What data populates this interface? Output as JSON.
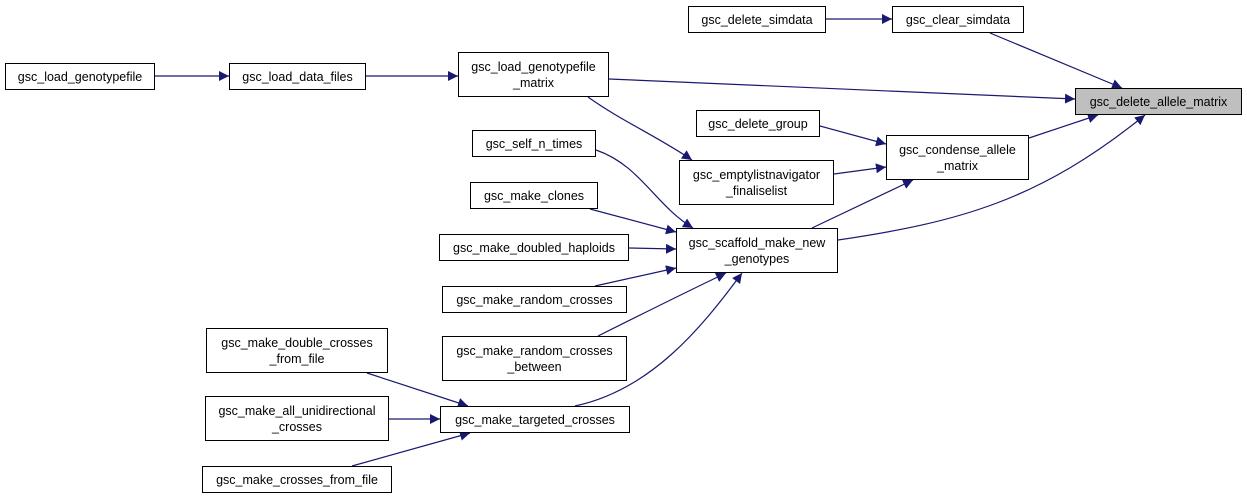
{
  "colors": {
    "edge": "#191970",
    "node_border": "#000000",
    "root_fill": "#bfbfbf",
    "node_fill": "#ffffff"
  },
  "nodes": {
    "delete_simdata": [
      "gsc_delete_simdata"
    ],
    "clear_simdata": [
      "gsc_clear_simdata"
    ],
    "load_genotypefile": [
      "gsc_load_genotypefile"
    ],
    "load_data_files": [
      "gsc_load_data_files"
    ],
    "load_genotypefile_matrix": [
      "gsc_load_genotypefile",
      "_matrix"
    ],
    "delete_allele_matrix": [
      "gsc_delete_allele_matrix"
    ],
    "delete_group": [
      "gsc_delete_group"
    ],
    "condense_allele_matrix": [
      "gsc_condense_allele",
      "_matrix"
    ],
    "self_n_times": [
      "gsc_self_n_times"
    ],
    "emptylistnavigator_finaliselist": [
      "gsc_emptylistnavigator",
      "_finaliselist"
    ],
    "make_clones": [
      "gsc_make_clones"
    ],
    "make_doubled_haploids": [
      "gsc_make_doubled_haploids"
    ],
    "scaffold_make_new_genotypes": [
      "gsc_scaffold_make_new",
      "_genotypes"
    ],
    "make_random_crosses": [
      "gsc_make_random_crosses"
    ],
    "make_random_crosses_between": [
      "gsc_make_random_crosses",
      "_between"
    ],
    "make_double_crosses_from_file": [
      "gsc_make_double_crosses",
      "_from_file"
    ],
    "make_all_unidirectional_crosses": [
      "gsc_make_all_unidirectional",
      "_crosses"
    ],
    "make_targeted_crosses": [
      "gsc_make_targeted_crosses"
    ],
    "make_crosses_from_file": [
      "gsc_make_crosses_from_file"
    ]
  },
  "root": "delete_allele_matrix"
}
